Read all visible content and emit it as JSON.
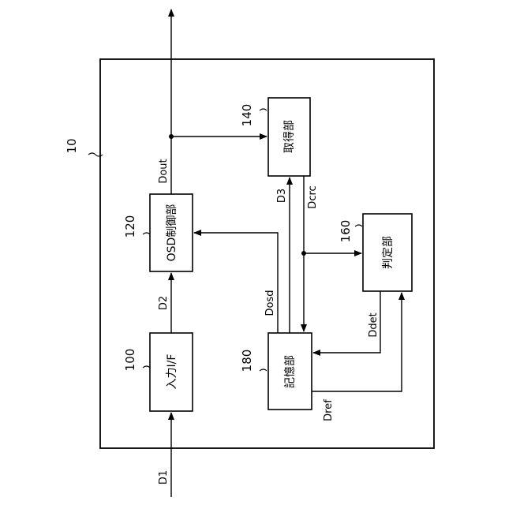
{
  "system": {
    "ref": "10"
  },
  "blocks": {
    "input_if": {
      "ref": "100",
      "label": "入力I/F"
    },
    "osd_ctrl": {
      "ref": "120",
      "label": "OSD制御部"
    },
    "acquire": {
      "ref": "140",
      "label": "取得部"
    },
    "judge": {
      "ref": "160",
      "label": "判定部"
    },
    "memory": {
      "ref": "180",
      "label": "記憶部"
    }
  },
  "signals": {
    "d1": "D1",
    "d2": "D2",
    "dout": "Dout",
    "d3": "D3",
    "dcrc": "Dcrc",
    "dosd": "Dosd",
    "ddet": "Ddet",
    "dref": "Dref"
  }
}
